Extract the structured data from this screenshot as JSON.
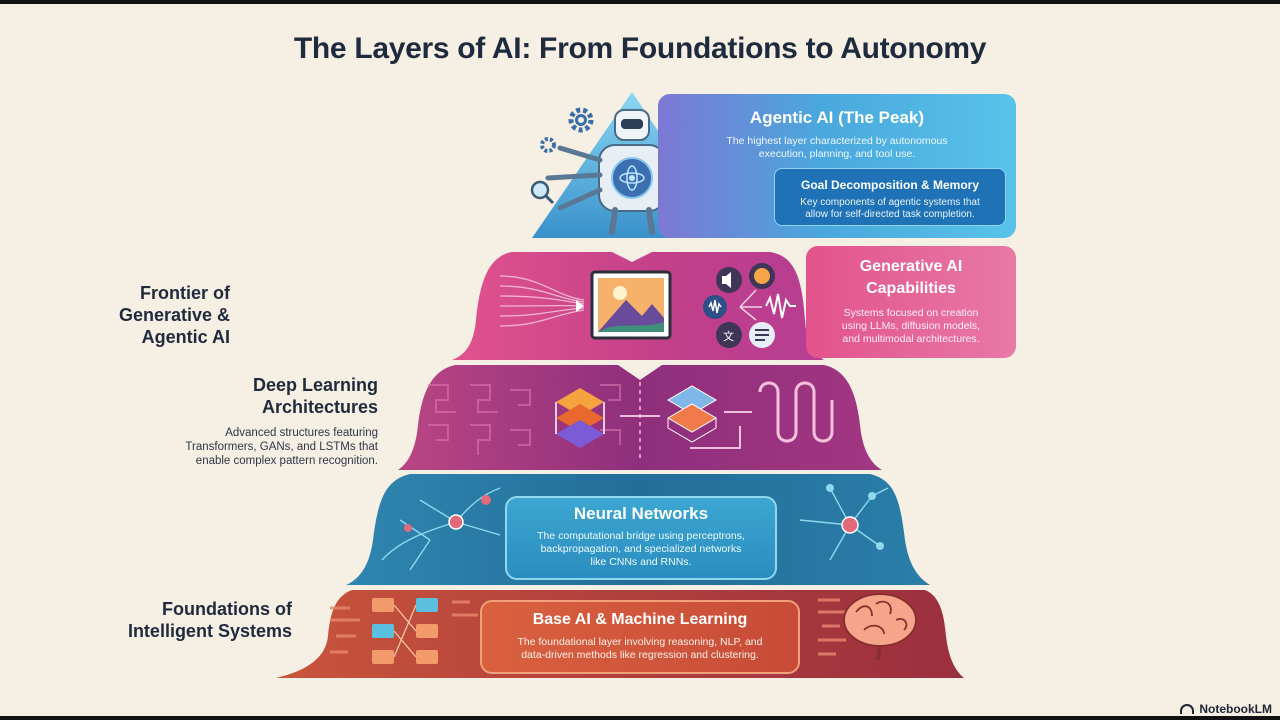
{
  "title": "The Layers of AI: From Foundations to Autonomy",
  "left_labels": {
    "frontier": "Frontier of\nGenerative &\nAgentic AI",
    "deep_learning": {
      "heading": "Deep Learning\nArchitectures",
      "description": "Advanced structures featuring\nTransformers, GANs, and LSTMs that\nenable complex pattern recognition."
    },
    "foundations": "Foundations of\nIntelligent Systems"
  },
  "layers": {
    "agentic": {
      "heading": "Agentic AI (The Peak)",
      "description": "The highest layer characterized by autonomous\nexecution, planning, and tool use.",
      "sub_heading": "Goal Decomposition & Memory",
      "sub_description": "Key components of agentic systems that\nallow for self-directed task completion."
    },
    "generative": {
      "heading": "Generative AI\nCapabilities",
      "description": "Systems focused on creation\nusing LLMs, diffusion models,\nand multimodal architectures."
    },
    "neural": {
      "heading": "Neural Networks",
      "description": "The computational bridge using perceptrons,\nbackpropagation, and specialized networks\nlike CNNs and RNNs."
    },
    "base": {
      "heading": "Base AI & Machine Learning",
      "description": "The foundational layer involving reasoning, NLP, and\ndata-driven methods like regression and clustering."
    }
  },
  "icon_text": {
    "translate": "文"
  },
  "brand": "NotebookLM",
  "colors": {
    "background": "#f6efe3",
    "agentic": "#2e9fd6",
    "generative": "#d84a86",
    "deep_learning": "#a8387f",
    "neural": "#2a7fa6",
    "base": "#b84535",
    "title": "#1e2a3e"
  }
}
